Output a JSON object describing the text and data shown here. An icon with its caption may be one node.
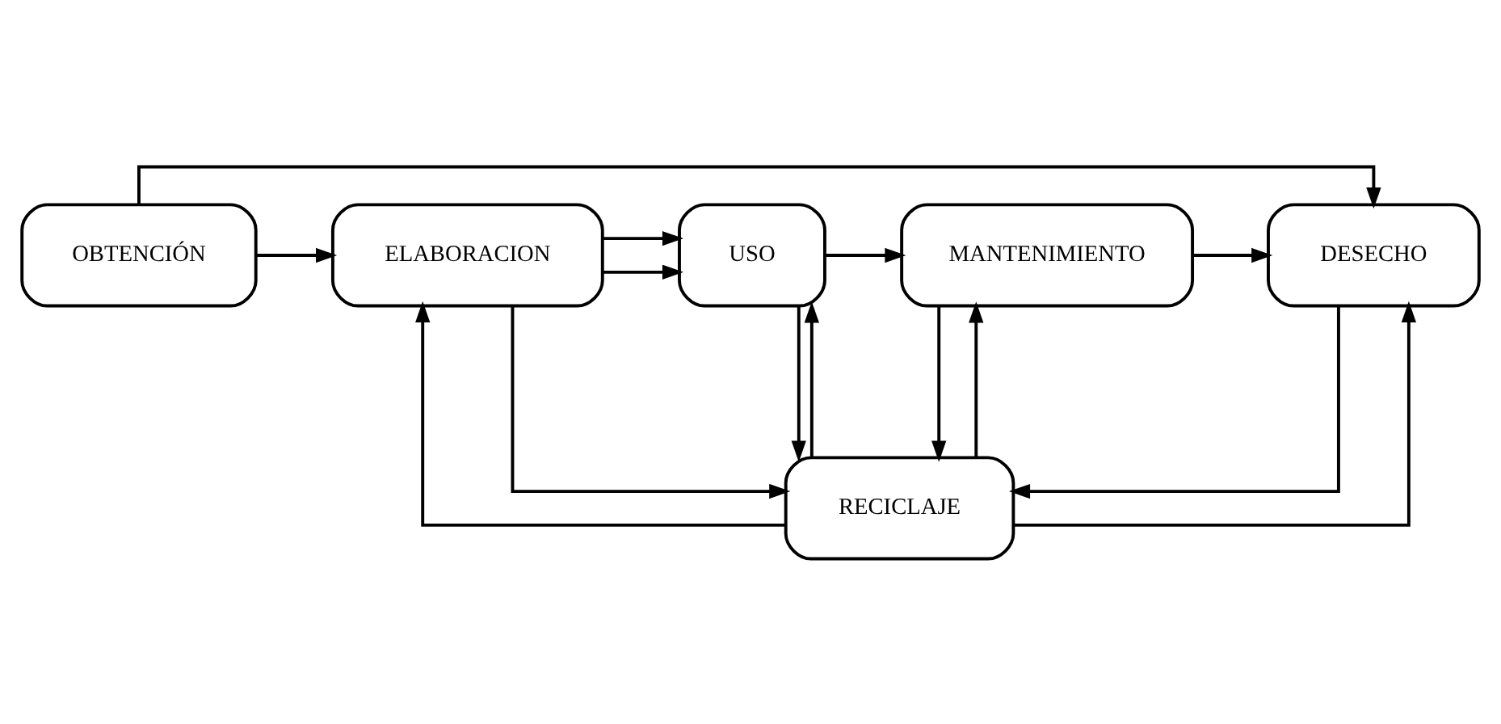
{
  "diagram": {
    "nodes": [
      {
        "text": [
          "OBTENCIÓN"
        ]
      },
      {
        "text": [
          "ELABORACION"
        ]
      },
      {
        "text": [
          "USO"
        ]
      },
      {
        "text": [
          "MANTENIMIENTO"
        ]
      },
      {
        "text": [
          "DESECHO"
        ]
      },
      {
        "text": [
          "RECICLAJE"
        ]
      }
    ],
    "edges": [
      {
        "from": 0,
        "to": 1,
        "arrow": "to"
      },
      {
        "from": 1,
        "to": 2,
        "arrow": "to"
      },
      {
        "from": 2,
        "to": 3,
        "arrow": "to"
      },
      {
        "from": 3,
        "to": 4,
        "arrow": "to"
      },
      {
        "from": 0,
        "to": 4,
        "arrow": "to"
      },
      {
        "from": 1,
        "to": 2,
        "arrow": "to"
      },
      {
        "from": 3,
        "to": 5,
        "arrow": "to"
      },
      {
        "from": 5,
        "to": 3,
        "arrow": "to"
      },
      {
        "from": 5,
        "to": 2,
        "arrow": "to"
      },
      {
        "from": 2,
        "to": 5,
        "arrow": "to"
      },
      {
        "from": 4,
        "to": 5,
        "arrow": "to"
      },
      {
        "from": 5,
        "to": 4,
        "arrow": "to"
      },
      {
        "from": 5,
        "to": 1,
        "arrow": "to"
      },
      {
        "from": 1,
        "to": 5,
        "arrow": "to"
      }
    ]
  }
}
